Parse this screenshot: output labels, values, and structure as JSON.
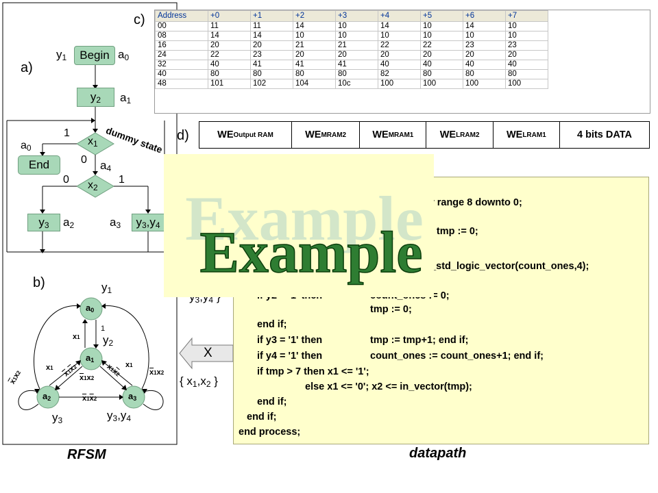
{
  "labels": {
    "a": "a)",
    "b": "b)",
    "c": "c)",
    "d": "d)",
    "rfsm": "RFSM",
    "datapath": "datapath"
  },
  "flowchart": {
    "begin": "Begin",
    "end": "End",
    "dummy_state": "dummy state",
    "one_a": "1",
    "zero_a": "0",
    "zero_b": "0",
    "one_b": "1"
  },
  "fsm": {
    "edge_one": "1"
  },
  "memory": {
    "headers": [
      "Address",
      "+0",
      "+1",
      "+2",
      "+3",
      "+4",
      "+5",
      "+6",
      "+7"
    ],
    "rows": [
      [
        "00",
        "11",
        "11",
        "14",
        "10",
        "14",
        "10",
        "14",
        "10"
      ],
      [
        "08",
        "14",
        "14",
        "10",
        "10",
        "10",
        "10",
        "10",
        "10"
      ],
      [
        "16",
        "20",
        "20",
        "21",
        "21",
        "22",
        "22",
        "23",
        "23"
      ],
      [
        "24",
        "22",
        "23",
        "20",
        "20",
        "20",
        "20",
        "20",
        "20"
      ],
      [
        "32",
        "40",
        "41",
        "41",
        "41",
        "40",
        "40",
        "40",
        "40"
      ],
      [
        "40",
        "80",
        "80",
        "80",
        "80",
        "82",
        "80",
        "80",
        "80"
      ],
      [
        "48",
        "101",
        "102",
        "104",
        "10c",
        "100",
        "100",
        "100",
        "100"
      ]
    ]
  },
  "signal_row": {
    "we": "WE",
    "subs": [
      "Output RAM",
      "MRAM2",
      "MRAM1",
      "LRAM2",
      "LRAM1"
    ],
    "data": "4 bits DATA"
  },
  "code": {
    "l1": "er range 8 downto 0;",
    "l2": "0; tmp := 0;",
    "l3": "v_std_logic_vector(count_ones,4);",
    "l4a": "if y2 = '1' then",
    "l4b": "count_ones := 0;",
    "l5": "tmp := 0;",
    "l6": "end if;",
    "l7a": "if y3 = '1' then",
    "l7b": "tmp := tmp+1; end if;",
    "l8a": "if y4 = '1' then",
    "l8b": "count_ones := count_ones+1; end if;",
    "l9": "if tmp > 7 then x1 <= '1';",
    "l10": "else x1 <= '0'; x2 <= in_vector(tmp);",
    "l11": "end if;",
    "l12": "end if;",
    "l13": "end process;"
  },
  "arrow": {
    "label": "X"
  },
  "overlay": {
    "text": "Example"
  },
  "colors": {
    "node_fill": "#a8d8b8",
    "code_bg": "#ffffcc",
    "example_green": "#2e7d32"
  }
}
